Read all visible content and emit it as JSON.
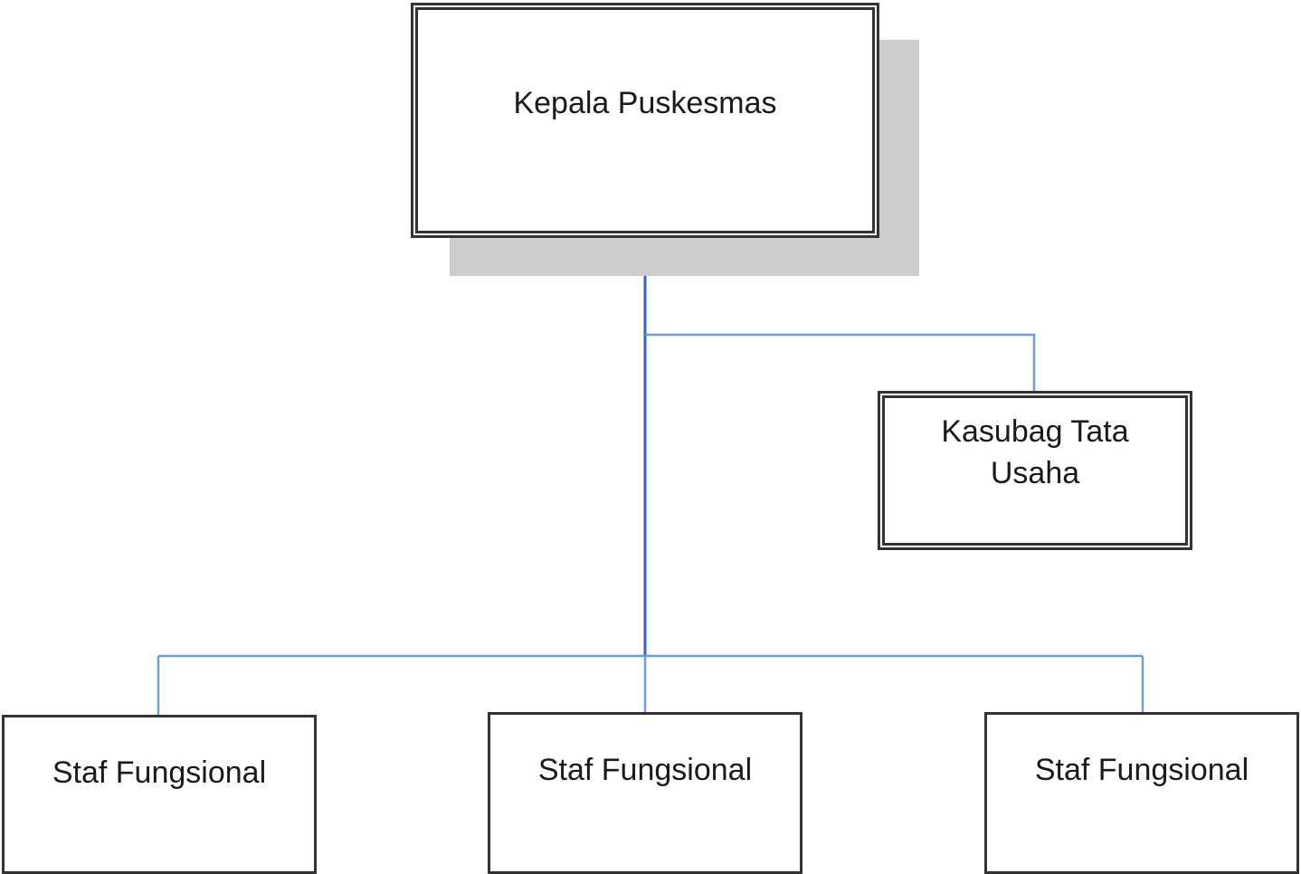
{
  "diagram": {
    "type": "org-chart",
    "nodes": [
      {
        "id": "kepala",
        "label": "Kepala Puskesmas",
        "style": "double-border-shadow"
      },
      {
        "id": "kasubag",
        "label": "Kasubag Tata\nUsaha",
        "style": "double-border"
      },
      {
        "id": "staf-1",
        "label": "Staf Fungsional",
        "style": "single-border"
      },
      {
        "id": "staf-2",
        "label": "Staf Fungsional",
        "style": "single-border"
      },
      {
        "id": "staf-3",
        "label": "Staf Fungsional",
        "style": "single-border"
      }
    ],
    "edges": [
      {
        "from": "kepala",
        "to": "kasubag"
      },
      {
        "from": "kepala",
        "to": "staf-1"
      },
      {
        "from": "kepala",
        "to": "staf-2"
      },
      {
        "from": "kepala",
        "to": "staf-3"
      }
    ]
  },
  "colors": {
    "connector_main": "#3a5fc8",
    "connector_branch": "#6f9bd6",
    "box_border": "#333333",
    "shadow": "#cccccc",
    "background": "#ffffff"
  }
}
